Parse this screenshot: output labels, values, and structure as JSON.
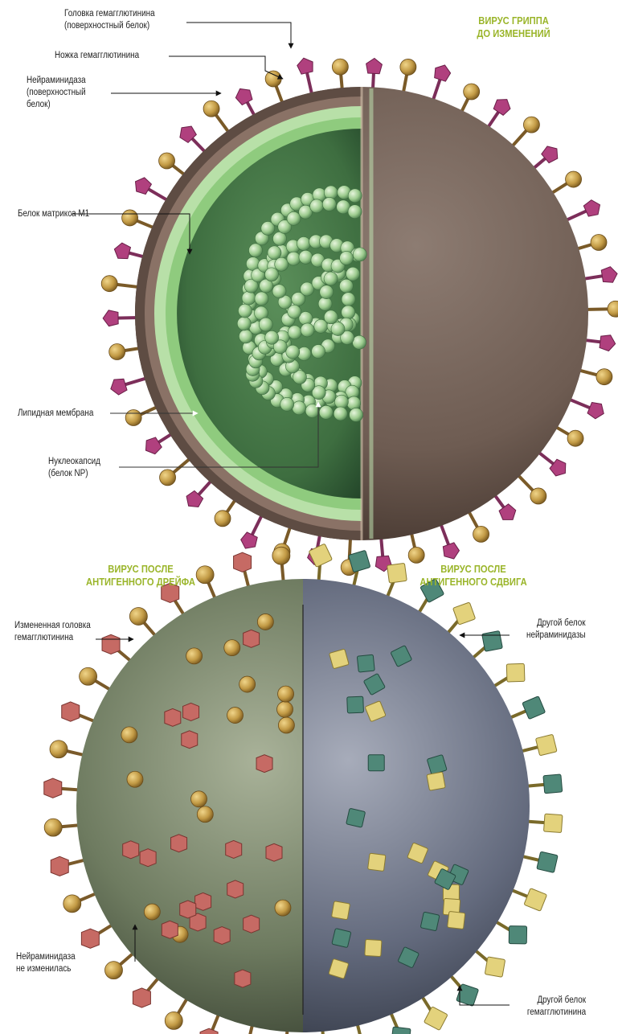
{
  "colors": {
    "header_accent": "#9ab52a",
    "hemagglutinin_purple": "#b0407e",
    "neuraminidase_gold": "#c29a45",
    "inner_green": "#3e6e40",
    "membrane_brown": "#6e5c52",
    "drift_green": "#5c6b50",
    "shift_blue": "#5a6070",
    "pink_head": "#c66a64",
    "yellow_cube": "#e3d27c",
    "teal_cube": "#4f8878"
  },
  "top": {
    "header_line1": "ВИРУС ГРИППА",
    "header_line2": "ДО ИЗМЕНЕНИЙ",
    "labels": {
      "ha_head_1": "Головка гемагглютинина",
      "ha_head_2": "(поверхностный белок)",
      "ha_stalk": "Ножка гемагглютинина",
      "na_1": "Нейраминидаза",
      "na_2": "(поверхностный",
      "na_3": "белок)",
      "m1": "Белок матрикса М1",
      "lipid": "Липидная мембрана",
      "nucleo_1": "Нуклеокапсид",
      "nucleo_2": "(белок NP)"
    }
  },
  "bottom": {
    "drift_header_1": "ВИРУС ПОСЛЕ",
    "drift_header_2": "АНТИГЕННОГО ДРЕЙФА",
    "shift_header_1": "ВИРУС ПОСЛЕ",
    "shift_header_2": "АНТИГЕННОГО СДВИГА",
    "labels": {
      "changed_head_1": "Измененная головка",
      "changed_head_2": "гемагглютинина",
      "other_na_1": "Другой белок",
      "other_na_2": "нейраминидазы",
      "na_same_1": "Нейраминидаза",
      "na_same_2": "не изменилась",
      "other_ha_1": "Другой белок",
      "other_ha_2": "гемагглютинина"
    }
  }
}
